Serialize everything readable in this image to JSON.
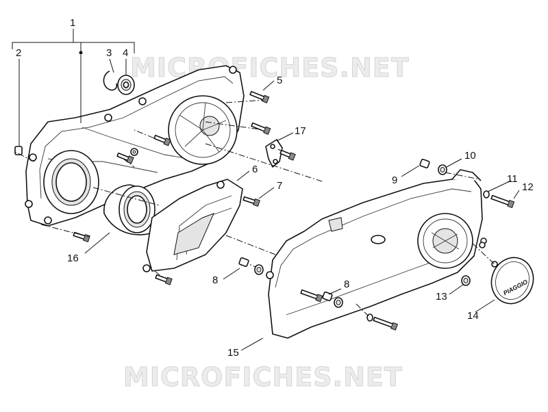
{
  "watermark": {
    "text": "MICROFICHES.NET"
  },
  "brand_badge": {
    "text": "PIAGGIO"
  },
  "callouts": [
    {
      "id": "c1",
      "label": "1"
    },
    {
      "id": "c2",
      "label": "2"
    },
    {
      "id": "c3",
      "label": "3"
    },
    {
      "id": "c4",
      "label": "4"
    },
    {
      "id": "c5",
      "label": "5"
    },
    {
      "id": "c6",
      "label": "6"
    },
    {
      "id": "c7",
      "label": "7"
    },
    {
      "id": "c8a",
      "label": "8"
    },
    {
      "id": "c8b",
      "label": "8"
    },
    {
      "id": "c9",
      "label": "9"
    },
    {
      "id": "c10",
      "label": "10"
    },
    {
      "id": "c11",
      "label": "11"
    },
    {
      "id": "c12",
      "label": "12"
    },
    {
      "id": "c13",
      "label": "13"
    },
    {
      "id": "c14",
      "label": "14"
    },
    {
      "id": "c15",
      "label": "15"
    },
    {
      "id": "c16",
      "label": "16"
    },
    {
      "id": "c17",
      "label": "17"
    }
  ]
}
